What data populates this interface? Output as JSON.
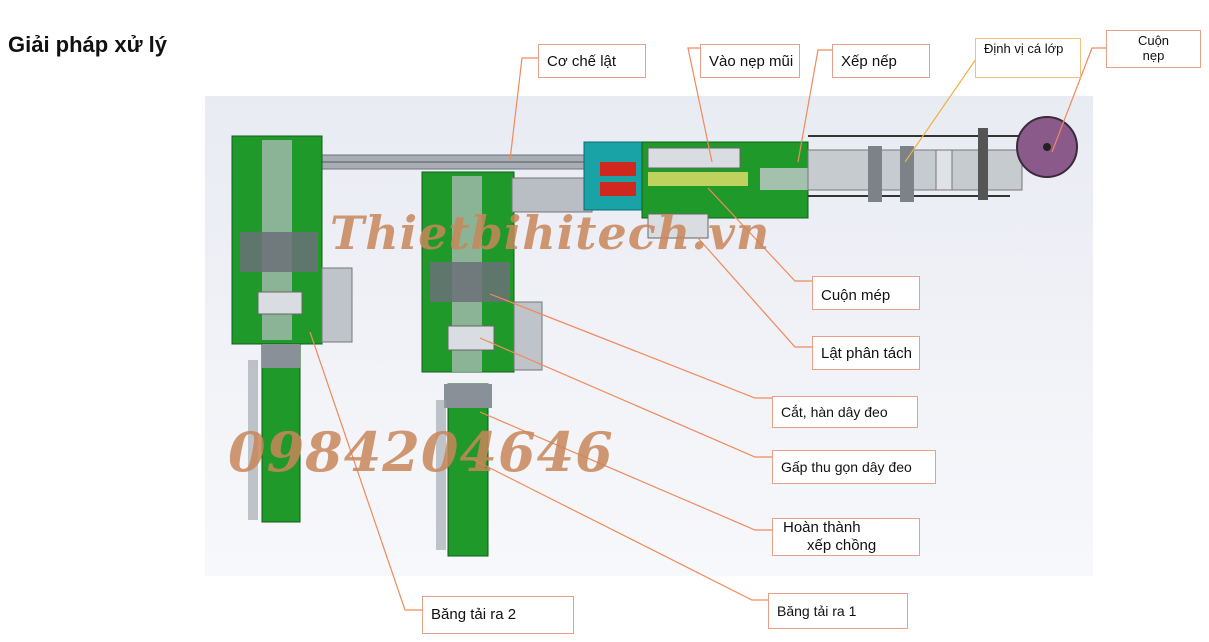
{
  "title": "Giải pháp xử lý",
  "watermarks": {
    "site": "Thietbihitech.vn",
    "phone": "0984204646"
  },
  "labels": {
    "flip_mechanism": "Cơ chế lật",
    "nose_wire": "Vào nẹp mũi",
    "pleating": "Xếp nếp",
    "layer_positioning": "Định vị cá lớp",
    "roll_line1": "Cuộn",
    "roll_line2": "nẹp",
    "edge_roll": "Cuộn mép",
    "flip_separate": "Lật phân tách",
    "cut_weld_strap": "Cắt, hàn dây đeo",
    "fold_strap": "Gấp thu gọn dây đeo",
    "stack_line1": "Hoàn thành",
    "stack_line2": "xếp chồng",
    "conveyor_out_2": "Băng tải ra 2",
    "conveyor_out_1": "Băng tải ra 1"
  },
  "colors": {
    "machine_green": "#1f9a2a",
    "frame_gray": "#9aa0a8",
    "teal": "#1aa3a6",
    "red": "#d0281e",
    "leader": "#f08a5a",
    "roll_purple": "#8a5a8a"
  }
}
